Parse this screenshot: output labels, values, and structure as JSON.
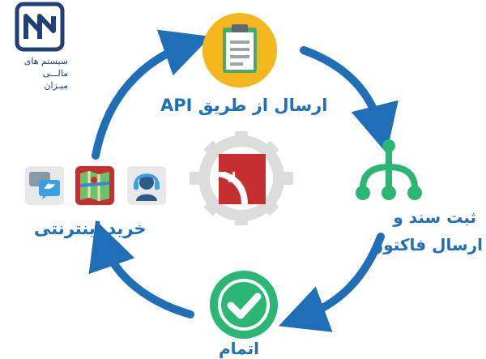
{
  "logo": {
    "line1": "سیستم های",
    "line2": "مالـــی",
    "line3": "میـزان"
  },
  "cycle": {
    "step_top": "ارسال از طریق API",
    "step_right_line1": "ثبت سند و",
    "step_right_line2": "ارسال فاکتور",
    "step_bottom": "اتمام",
    "step_left": "خرید اینترنتی"
  },
  "colors": {
    "arrow_blue": "#1f6fb8",
    "circle_yellow": "#f5b71e",
    "icon_green": "#2bb673",
    "gear_gray": "#dcdcdc",
    "accent_red": "#c62f2f",
    "logo_navy": "#1f3f77"
  }
}
